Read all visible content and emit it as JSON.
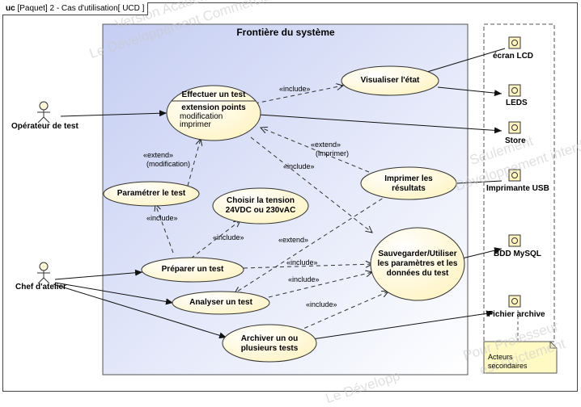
{
  "frame": {
    "kind": "uc",
    "title": "[Paquet] 2 - Cas d'utilisation[ UCD ]"
  },
  "boundary": {
    "title": "Frontière du système"
  },
  "actors": {
    "operateur": "Opérateur de test",
    "chef": "Chef d'atelier",
    "ecran": "écran LCD",
    "leds": "LEDS",
    "store": "Store",
    "imprimante": "Imprimante USB",
    "bdd": "BDD MySQL",
    "fichier": "Fichier archive"
  },
  "use_cases": {
    "effectuer": {
      "title": "Effectuer un test",
      "ext_title": "extension points",
      "ext_points": [
        "modification",
        "imprimer"
      ]
    },
    "visualiser": "Visualiser l'état",
    "parametrer": "Paramétrer le test",
    "imprimer": [
      "Imprimer les",
      "résultats"
    ],
    "choisir": [
      "Choisir la tension",
      "24VDC ou 230vAC"
    ],
    "preparer": "Préparer un test",
    "sauvegarder": [
      "Sauvegarder/Utiliser",
      "les paramètres et les",
      "données du test"
    ],
    "analyser": "Analyser un test",
    "archiver": [
      "Archiver un ou",
      "plusieurs tests"
    ]
  },
  "relations": {
    "include": "«include»",
    "extend": "«extend»",
    "extend_modification": "(modification)",
    "extend_imprimer": "(imprimer)"
  },
  "note": {
    "lines": [
      "Acteurs",
      "secondaires"
    ]
  },
  "watermarks": [
    "Version Académique",
    "Le Développement Commercial est",
    "Seulement",
    "Développement interdit",
    "Pour Professeur",
    "est strictement",
    "Le Développ"
  ]
}
